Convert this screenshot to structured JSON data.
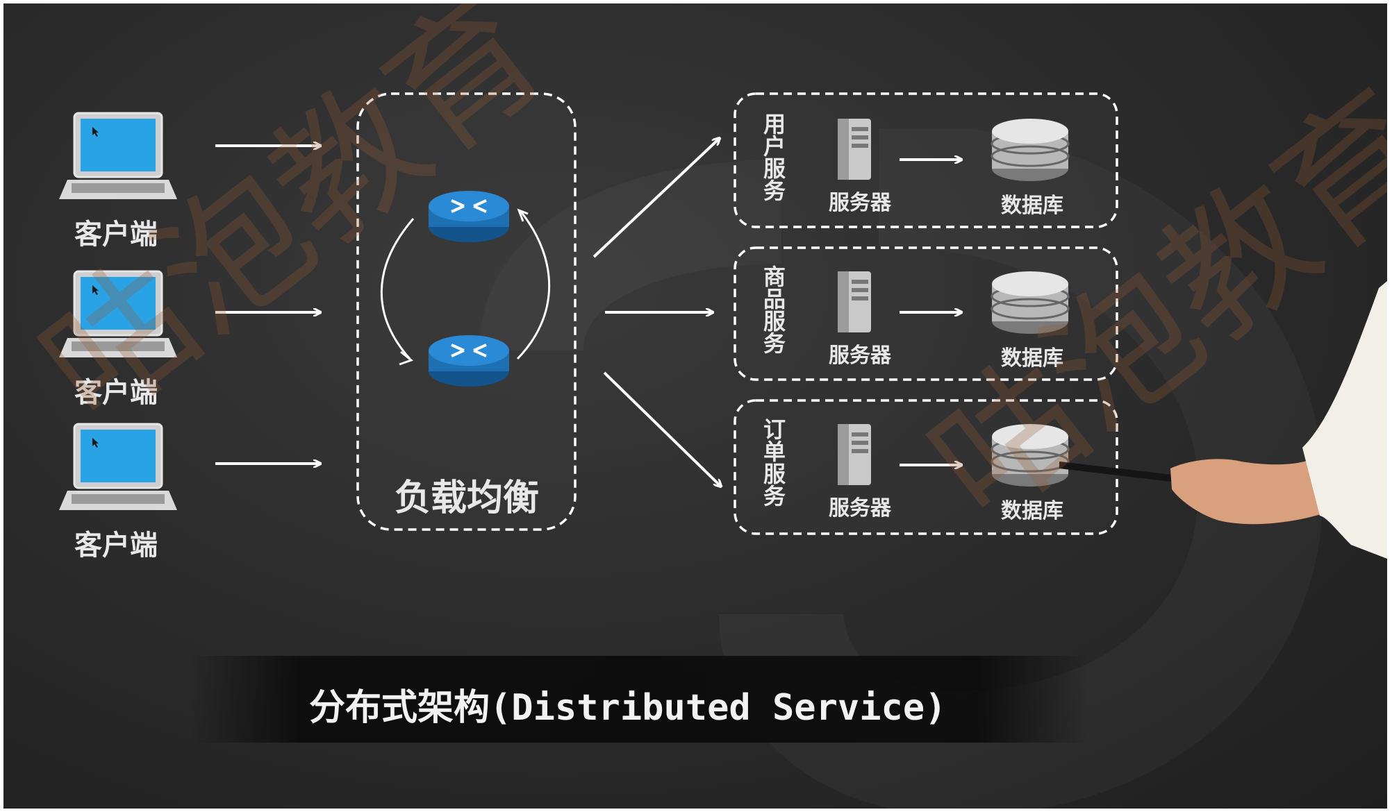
{
  "clients": [
    {
      "label": "客户端"
    },
    {
      "label": "客户端"
    },
    {
      "label": "客户端"
    }
  ],
  "load_balancer": {
    "label": "负载均衡"
  },
  "services": [
    {
      "name": "用户服务",
      "server_label": "服务器",
      "db_label": "数据库"
    },
    {
      "name": "商品服务",
      "server_label": "服务器",
      "db_label": "数据库"
    },
    {
      "name": "订单服务",
      "server_label": "服务器",
      "db_label": "数据库"
    }
  ],
  "caption": "分布式架构(Distributed Service)",
  "watermark": [
    "咕泡教育",
    "咕泡教育"
  ],
  "colors": {
    "background": "#2a2a2a",
    "laptop_screen": "#2aa3e6",
    "router": "#1f6fb3",
    "line": "#ffffff"
  },
  "icons": [
    "laptop-icon",
    "router-icon",
    "server-icon",
    "database-icon",
    "arrow-icon"
  ]
}
